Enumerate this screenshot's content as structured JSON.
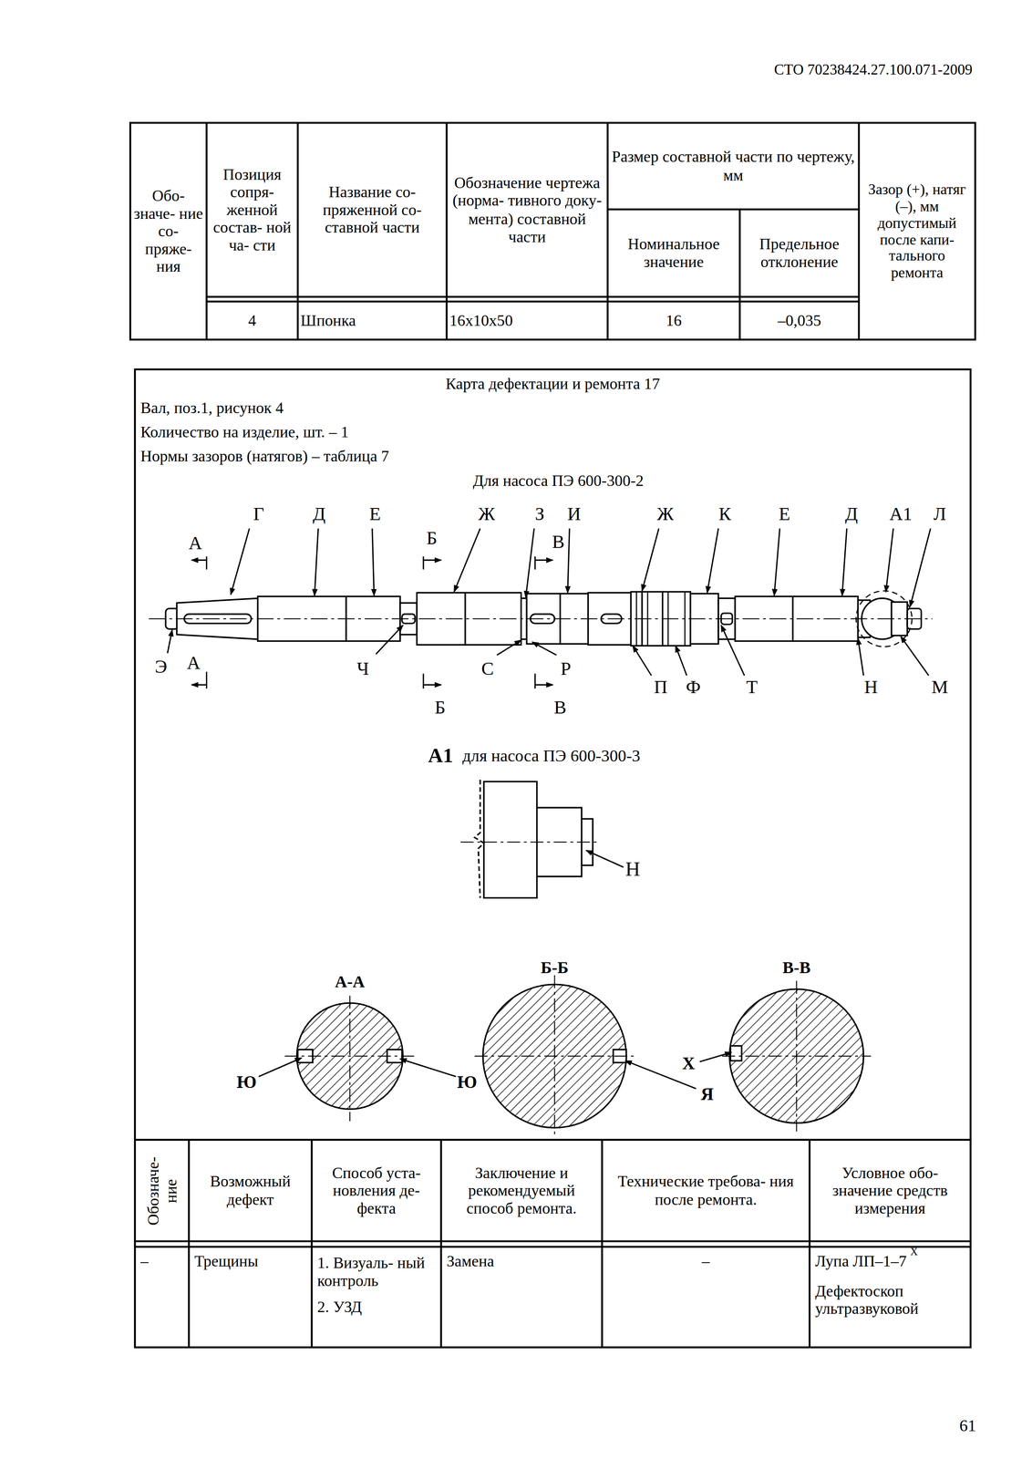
{
  "diagram": {
    "labels": [
      "СТО 70238424.27.100.071-2009",
      "Обо- значе- ние со- пряже- ния",
      "Позиция сопря- женной состав- ной ча- сти",
      "Название со- пряженной со- ставной части",
      "Обозначение чертежа (норма- тивного доку- мента) составной части",
      "Размер составной части по чертежу, мм",
      "Номинальное значение",
      "Предельное отклонение",
      "Зазор (+), натяг (–), мм допустимый после капи- тального ремонта",
      "4",
      "Шпонка",
      "16х10х50",
      "16",
      "–0,035",
      "Карта дефектации и ремонта 17",
      "Вал, поз.1, рисунок 4",
      "Количество на изделие, шт. – 1",
      "Нормы зазоров (натягов) – таблица 7",
      "Для насоса ПЭ 600-300-2",
      "Г",
      "Д",
      "Е",
      "Ж",
      "З",
      "И",
      "Ж",
      "К",
      "Е",
      "Д",
      "А1",
      "Л",
      "А",
      "Б",
      "В",
      "Э",
      "А",
      "Ч",
      "С",
      "Р",
      "Б",
      "В",
      "П",
      "Ф",
      "Т",
      "Н",
      "М",
      "А1",
      "для насоса ПЭ 600-300-3",
      "Н",
      "А-А",
      "Б-Б",
      "В-В",
      "Ю",
      "Ю",
      "Х",
      "Я",
      "Обозначе- ние",
      "Возможный дефект",
      "Способ уста- новления де- фекта",
      "Заключение и рекомендуемый способ ремонта.",
      "Технические требова- ния после ремонта.",
      "Условное обо- значение средств измерения",
      "–",
      "Трещины",
      "1. Визуаль- ный контроль",
      "2. УЗД",
      "Замена",
      "–",
      "Лупа ЛП–1–7",
      "Х",
      "Дефектоскоп ультразвуковой",
      "61"
    ]
  }
}
